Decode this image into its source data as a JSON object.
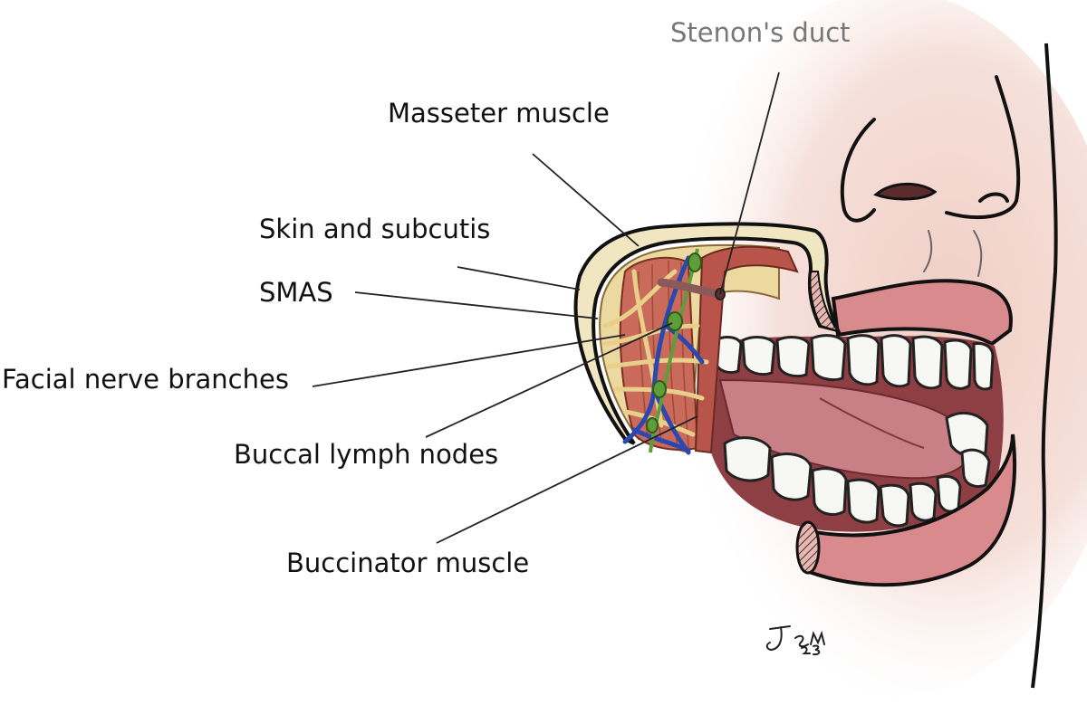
{
  "labels": {
    "stenons_duct": "Stenon's duct",
    "masseter_muscle": "Masseter muscle",
    "skin_and_subcutis": "Skin and subcutis",
    "smas": "SMAS",
    "facial_nerve_branches": "Facial nerve branches",
    "buccal_lymph_nodes": "Buccal lymph nodes",
    "buccinator_muscle": "Buccinator muscle"
  },
  "signature": {
    "name": "Jem",
    "year": "23"
  },
  "colors": {
    "background": "#ffffff",
    "skin": "#f4dcd4",
    "lip": "#d98a8c",
    "tongue": "#c97f86",
    "mouth_interior": "#8e3f44",
    "muscle": "#c96a5a",
    "nerve": "#e8cf8a",
    "vein": "#2a48b0",
    "lymph_node": "#5d9e3a",
    "duct": "#8a5a5a",
    "teeth": "#f7f7f3",
    "label_text": "#111111",
    "stenon_label_text": "#777777",
    "leader_line": "#222222"
  }
}
